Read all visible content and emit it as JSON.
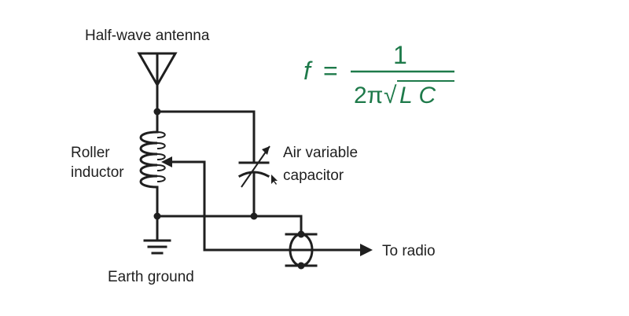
{
  "labels": {
    "antenna": "Half-wave antenna",
    "inductor_line1": "Roller",
    "inductor_line2": "inductor",
    "capacitor_line1": "Air variable",
    "capacitor_line2": "capacitor",
    "ground": "Earth ground",
    "output": "To radio"
  },
  "formula": {
    "lhs": "f",
    "equals": "=",
    "numerator": "1",
    "two_pi": "2π",
    "radical": "√",
    "radicand": "L C"
  },
  "colors": {
    "formula": "#1e7a4a",
    "line": "#1f1f1f"
  }
}
